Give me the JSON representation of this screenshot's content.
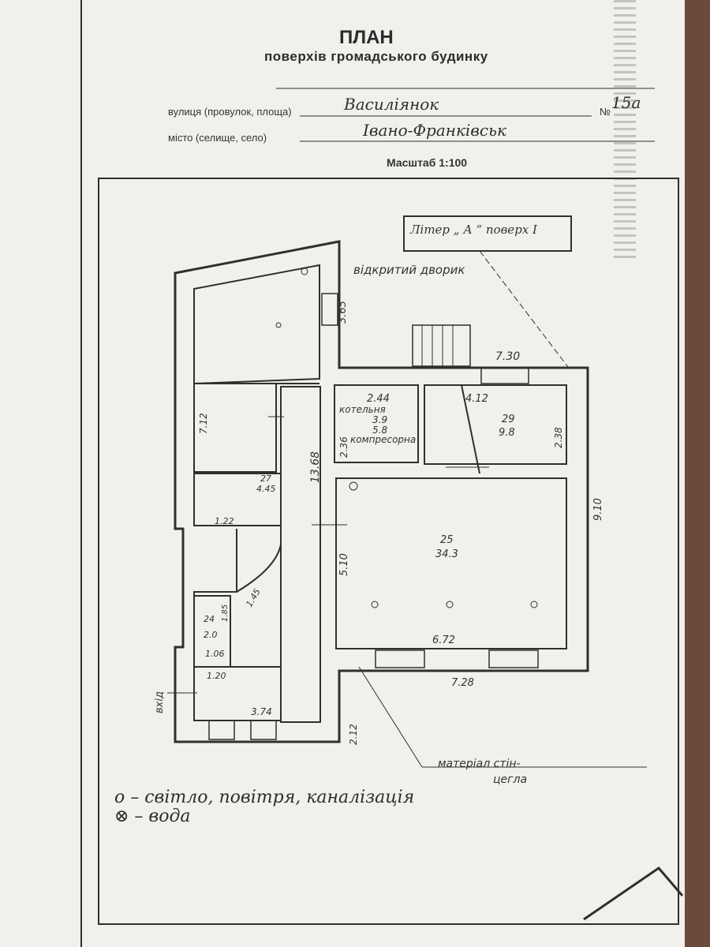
{
  "header": {
    "title": "ПЛАН",
    "subtitle": "поверхів громадського будинку",
    "street_label": "вулиця (провулок, площа)",
    "street_value": "Василіянок",
    "number_label": "№",
    "number_value": "15а",
    "city_label": "місто (селище, село)",
    "city_value": "Івано-Франківськ",
    "scale": "Масштаб 1:100"
  },
  "stamp": {
    "text": "Літер „ А “ поверх І"
  },
  "plan": {
    "courtyard": "відкритий дворик",
    "courtyard_dim": "3.65",
    "room_boiler": "котельня",
    "room_compressor": "компресорна",
    "room_boiler_area": "3.9",
    "room_boiler_area2": "5.8",
    "room_29": "29",
    "room_29_area": "9.8",
    "room_25": "25",
    "room_25_area": "34.3",
    "room_27": "27",
    "room_27_area": "4.45",
    "room_24": "24",
    "room_24_area": "2.0",
    "entrance": "вхід",
    "dims": {
      "d730": "7.30",
      "d244": "2.44",
      "d412": "4.12",
      "d236": "2.36",
      "d238": "2.38",
      "d1368": "13.68",
      "d712": "7.12",
      "d910": "9.10",
      "d510": "5.10",
      "d672": "6.72",
      "d728": "7.28",
      "d122": "1.22",
      "d145": "1.45",
      "d185": "1.85",
      "d106": "1.06",
      "d120": "1.20",
      "d374": "3.74",
      "d212": "2.12"
    },
    "material": "матеріал стін-",
    "material2": "цегла"
  },
  "legend": {
    "item1": "о – світло, повітря, каналізація",
    "item2": "⊗ – вода"
  },
  "colors": {
    "paper": "#f1f0ec",
    "ink": "#333333",
    "background": "#6b4a3a"
  }
}
